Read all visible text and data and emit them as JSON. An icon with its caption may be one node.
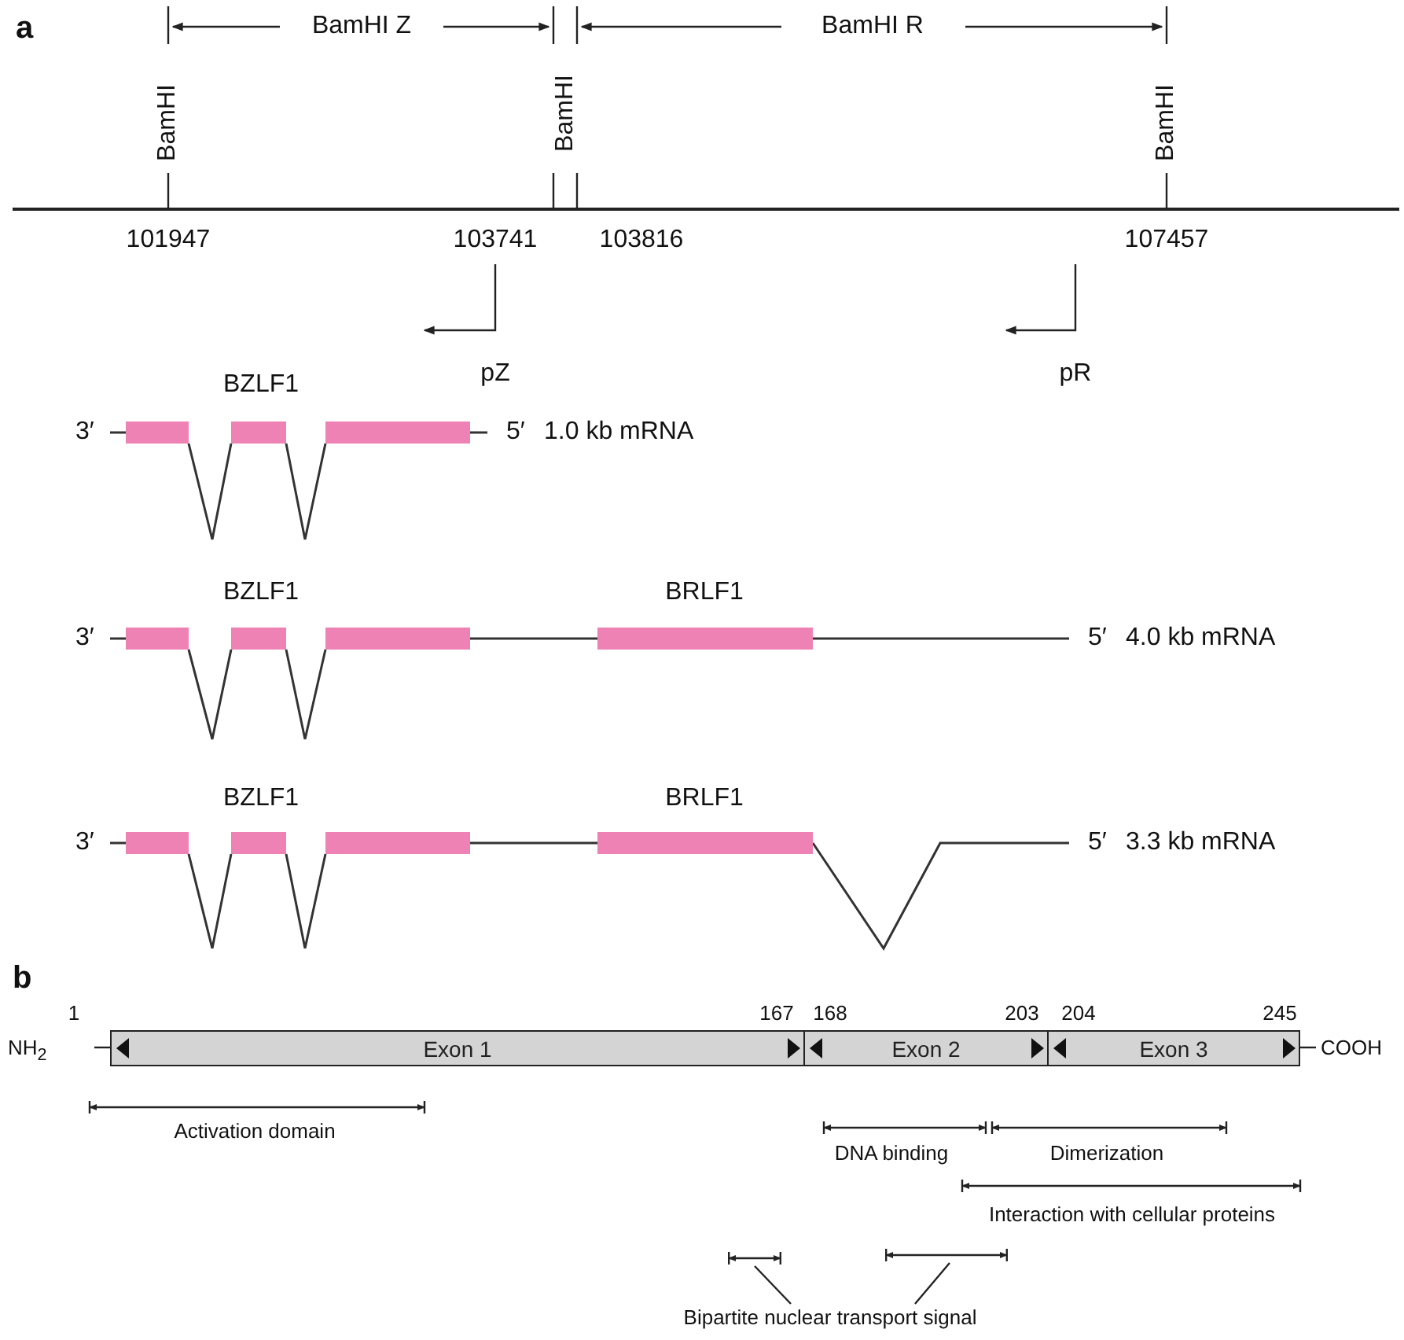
{
  "diagram": {
    "nodes": [
      {
        "text": [
          "Exon 1"
        ]
      },
      {
        "text": [
          "Exon 2"
        ]
      },
      {
        "text": [
          "Exon 3"
        ]
      },
      {
        "text": [],
        "shape": "bar"
      },
      {
        "text": [],
        "shape": "bar"
      },
      {
        "text": [
          "Bipartite nuclear transport signal"
        ]
      }
    ],
    "edges": [
      {
        "from": 5,
        "to": 3,
        "arrow": "none"
      },
      {
        "from": 5,
        "to": 4,
        "arrow": "none"
      }
    ],
    "labels": [
      "a",
      "BamHI Z",
      "BamHI R",
      "BamHI",
      "BamHI",
      "BamHI",
      "101947",
      "103741",
      "103816",
      "107457",
      "BZLF1",
      "pZ",
      "pR",
      "3′",
      "5′",
      "1.0 kb mRNA",
      "BZLF1",
      "BRLF1",
      "3′",
      "5′",
      "4.0 kb mRNA",
      "BZLF1",
      "BRLF1",
      "3′",
      "5′",
      "3.3 kb mRNA",
      "b",
      "1",
      "167",
      "168",
      "203",
      "204",
      "245",
      "NH$_{2}$",
      "COOH",
      "Activation domain",
      "DNA binding",
      "Dimerization",
      "Interaction with cellular proteins"
    ]
  }
}
